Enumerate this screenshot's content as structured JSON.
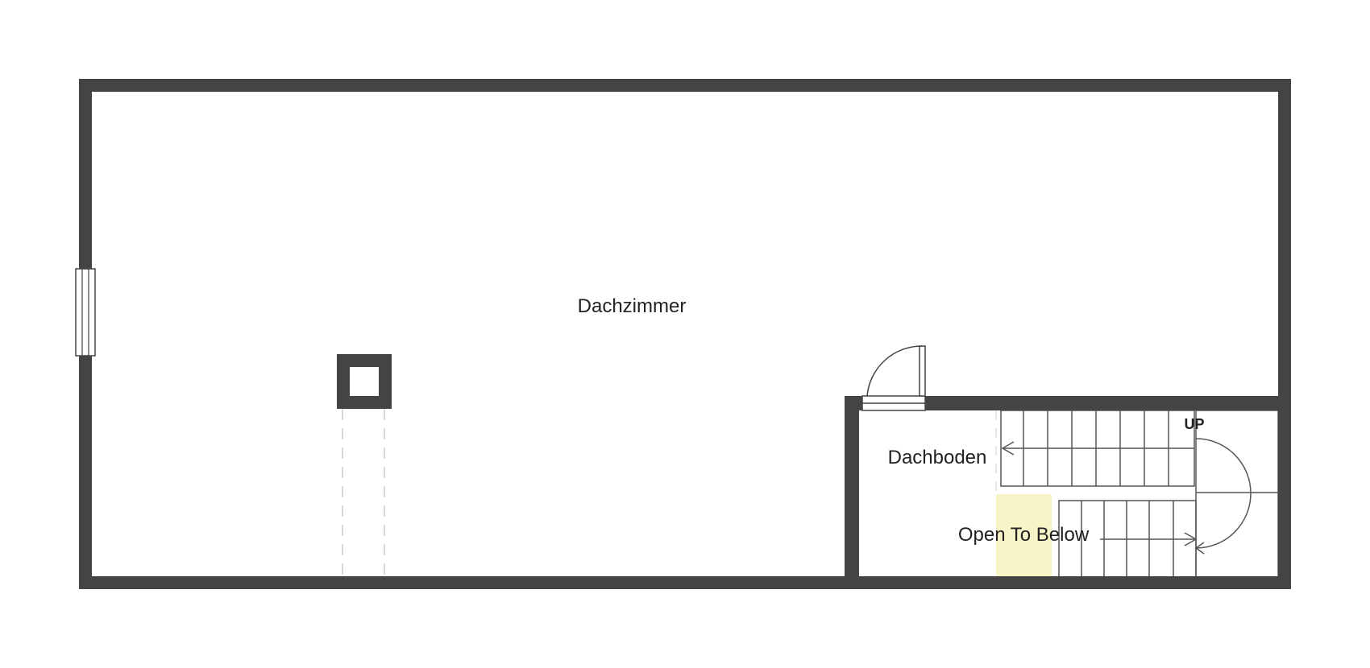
{
  "colors": {
    "wall": "#444444",
    "background": "#ffffff",
    "stair_line": "#555555",
    "open_area": "#f7f4c8",
    "guide_line": "#cccccc"
  },
  "rooms": {
    "main": "Dachzimmer",
    "attic": "Dachboden",
    "open_area": "Open To Below",
    "stairs_direction": "UP"
  },
  "icons": {
    "window": "window-icon",
    "door": "door-icon",
    "chimney": "chimney-icon",
    "stairs": "stairs-icon"
  }
}
